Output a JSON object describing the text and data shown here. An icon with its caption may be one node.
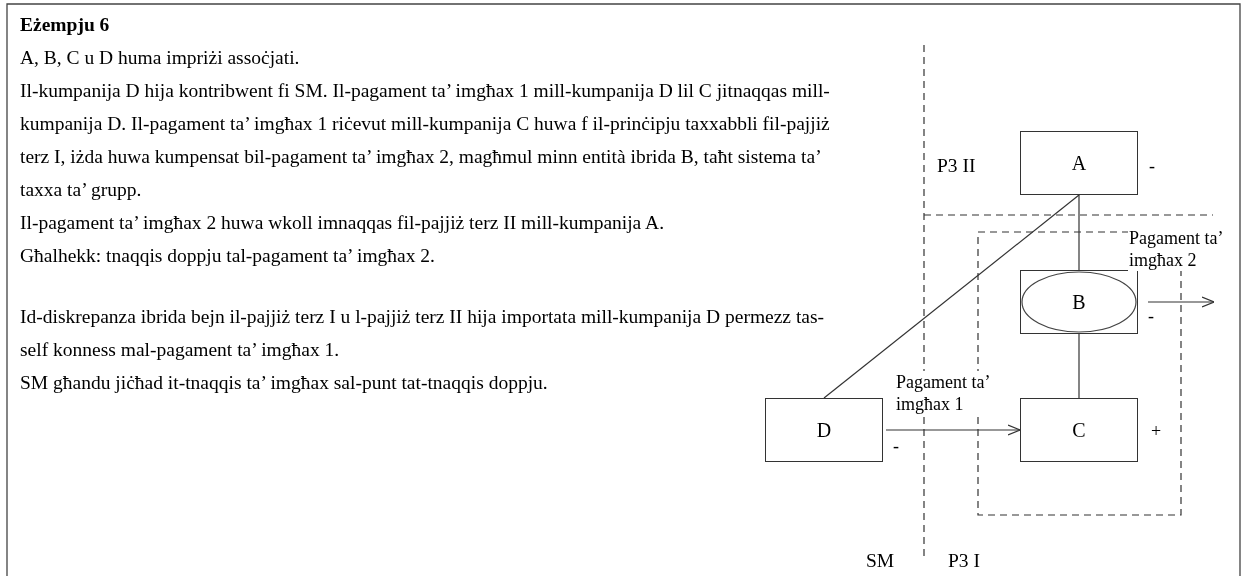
{
  "diagram": {
    "title": "Eżempju 6",
    "nodes": [
      {
        "text": [
          "A"
        ],
        "beside": [
          "-"
        ]
      },
      {
        "text": [
          "B"
        ],
        "beside": [
          "-"
        ]
      },
      {
        "text": [
          "C"
        ],
        "beside": [
          "+"
        ]
      },
      {
        "text": [
          "D"
        ],
        "beside": [
          "-"
        ]
      }
    ],
    "edges": [
      {
        "from": 3,
        "to": 0,
        "arrow": "none"
      },
      {
        "from": 0,
        "to": 1,
        "arrow": "none"
      },
      {
        "from": 1,
        "to": 2,
        "arrow": "none"
      },
      {
        "from": 3,
        "to": 2,
        "arrow": "to",
        "label": "Pagament ta’ imgħax 1"
      },
      {
        "from": 1,
        "to": null,
        "arrow": "to",
        "label": "Pagament ta’ imgħax 2"
      }
    ],
    "labels": [
      "A, B, C u D huma impriżi assoċjati.",
      "Il-kumpanija D hija kontribwent fi SM. Il-pagament ta’ imgħax 1 mill-kumpanija D lil C jitnaqqas mill-kumpanija D. Il-pagament ta’ imgħax 1 riċevut mill-kumpanija C huwa f il-prinċipju taxxabbli fil-pajjiż terz I, iżda huwa kumpensat bil-pagament ta’ imgħax 2, magħmul minn entità ibrida B, taħt sistema ta’ taxxa ta’ grupp.",
      "Il-pagament ta’ imgħax 2 huwa wkoll imnaqqas fil-pajjiż terz II mill-kumpanija A.",
      "Għalhekk: tnaqqis doppju tal-pagament ta’ imgħax 2.",
      "Id-diskrepanza ibrida bejn il-pajjiż terz I u l-pajjiż terz II hija importata mill-kumpanija D permezz tas-self konness mal-pagament ta’ imgħax 1.",
      "SM għandu jiċħad it-tnaqqis ta’ imgħax sal-punt tat-tnaqqis doppju.",
      "P3 II",
      "SM",
      "P3 I"
    ]
  }
}
